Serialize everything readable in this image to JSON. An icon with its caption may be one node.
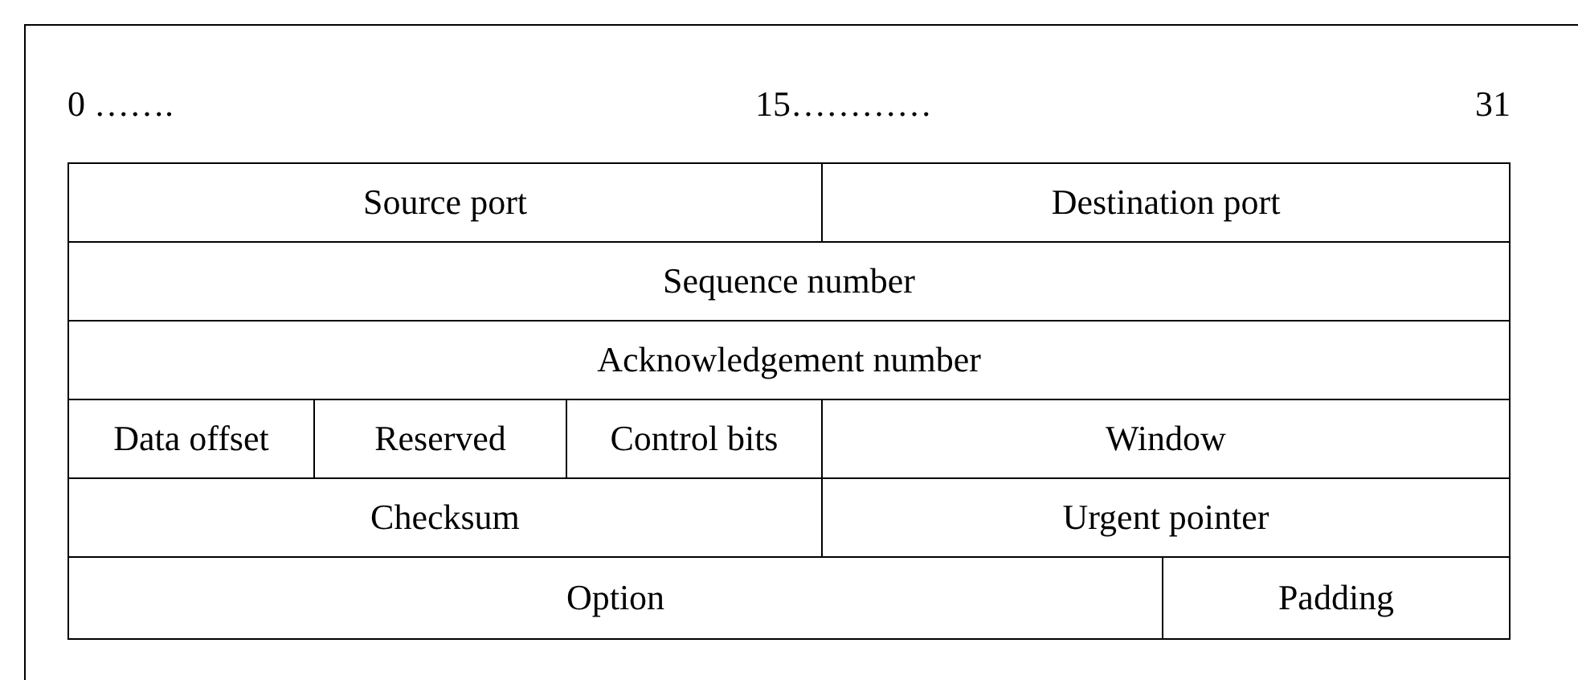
{
  "diagram": {
    "labels": [
      "0 …….",
      "15…………",
      "31",
      "Source port",
      "Destination port",
      "Sequence number",
      "Acknowledgement number",
      "Data offset",
      "Reserved",
      "Control bits",
      "Window",
      "Checksum",
      "Urgent pointer",
      "Option",
      "Padding"
    ]
  }
}
